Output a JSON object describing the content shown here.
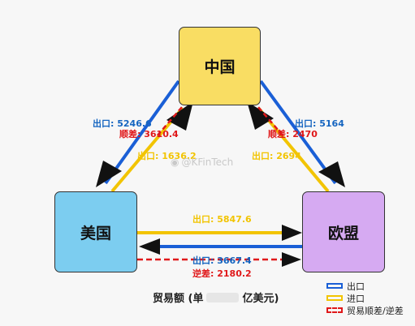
{
  "nodes": {
    "china": "中国",
    "us": "美国",
    "eu": "欧盟"
  },
  "edges": {
    "china_us": {
      "export": "出口: 5246.6",
      "import": "出口: 1636.2",
      "surplus": "顺差: 3610.4"
    },
    "china_eu": {
      "export": "出口: 5164",
      "import": "出口: 2694",
      "surplus": "顺差: 2470"
    },
    "us_eu": {
      "export": "出口: 5847.6",
      "import": "出口: 3667.4",
      "deficit": "逆差: 2180.2"
    }
  },
  "caption": {
    "left": "贸易额 (单",
    "right": "亿美元)"
  },
  "watermark": "@KFinTech",
  "legend": {
    "export": "出口",
    "import": "进口",
    "balance": "贸易顺差/逆差"
  },
  "colors": {
    "export": "#1a5fd6",
    "import": "#f2c400",
    "balance": "#e0181a",
    "china": "#f9dd63",
    "us": "#7ccdf0",
    "eu": "#d6aaf2"
  }
}
